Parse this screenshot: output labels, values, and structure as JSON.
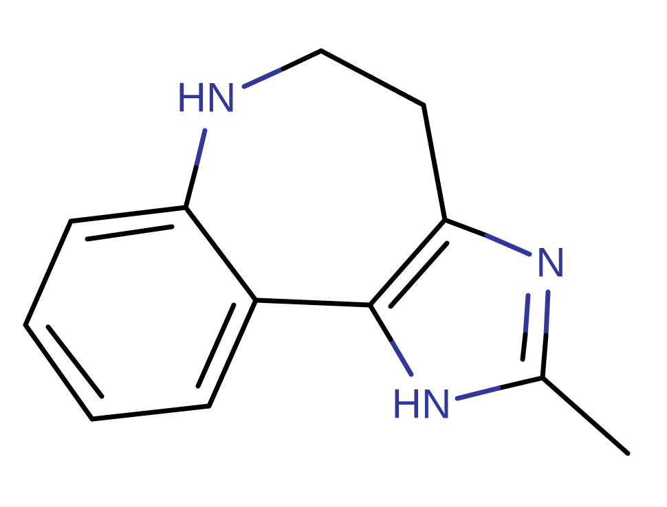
{
  "colors": {
    "background": "#ffffff",
    "bond": "#000000",
    "nitrogen": "#33379a"
  },
  "atoms": [
    {
      "id": "N_azepine",
      "label": "HN",
      "element": "N"
    },
    {
      "id": "N_imidazole",
      "label": "N",
      "element": "N"
    },
    {
      "id": "NH_imidazole",
      "label": "HN",
      "element": "N"
    }
  ]
}
